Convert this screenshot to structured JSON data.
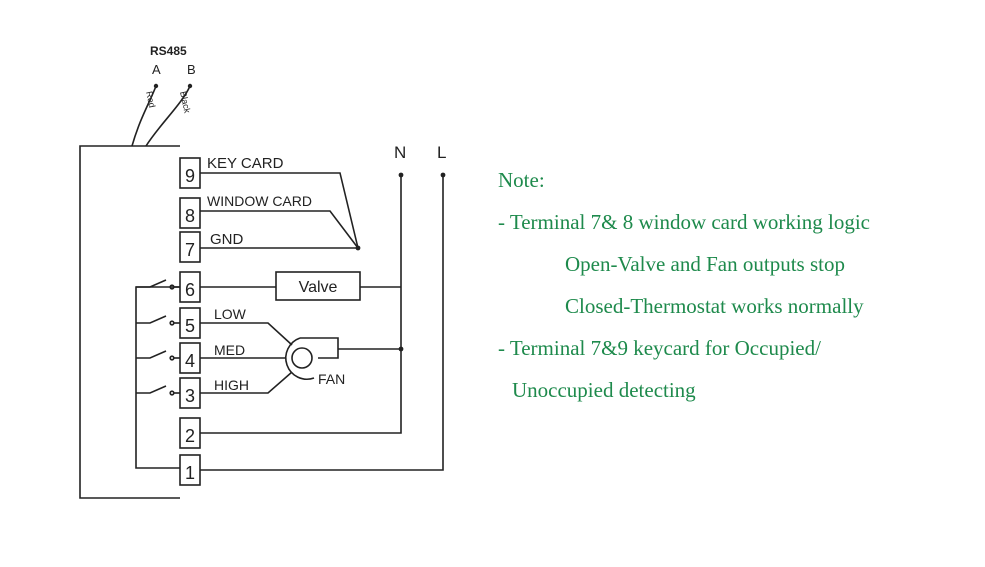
{
  "rs485": {
    "title": "RS485",
    "a_label": "A",
    "b_label": "B",
    "a_wire": "Red",
    "b_wire": "Black"
  },
  "power": {
    "n_label": "N",
    "l_label": "L"
  },
  "terminals": {
    "t9": "9",
    "t8": "8",
    "t7": "7",
    "t6": "6",
    "t5": "5",
    "t4": "4",
    "t3": "3",
    "t2": "2",
    "t1": "1"
  },
  "labels": {
    "key_card": "KEY CARD",
    "window_card": "WINDOW CARD",
    "gnd": "GND",
    "valve": "Valve",
    "low": "LOW",
    "med": "MED",
    "high": "HIGH",
    "fan": "FAN"
  },
  "note": {
    "heading": "Note:",
    "line1": "- Terminal 7& 8 window card working logic",
    "line2": "Open-Valve and Fan outputs stop",
    "line3": "Closed-Thermostat works normally",
    "line4": "- Terminal 7&9 keycard for Occupied/",
    "line5": "Unoccupied detecting"
  },
  "colors": {
    "note_text": "#1e8a4c",
    "wire": "#222222"
  }
}
